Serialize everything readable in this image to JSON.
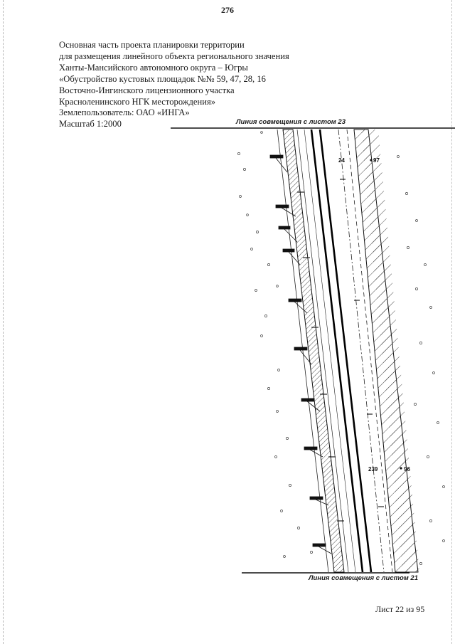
{
  "page": {
    "number": "276",
    "footer": "Лист 22 из 95"
  },
  "header": {
    "lines": [
      "Основная часть проекта планировки территории",
      "для размещения линейного объекта регионального значения",
      "Ханты-Мансийского автономного округа – Югры",
      "«Обустройство кустовых площадок №№ 59, 47, 28, 16",
      "Восточно-Ингинского лицензионного участка",
      "Красноленинского НГК месторождения»",
      "Землепользователь: ОАО «ИНГА»",
      "Масштаб 1:2000"
    ]
  },
  "drawing": {
    "sheet_top_label": "Линия совмещения с листом 23",
    "sheet_bottom_label": "Линия совмещения с листом 21",
    "marks": {
      "top_right_number": "97",
      "top_station": "24",
      "bottom_right_number": "96",
      "bottom_station": "239"
    }
  },
  "colors": {
    "ink": "#1a1a1a",
    "paper": "#ffffff"
  }
}
